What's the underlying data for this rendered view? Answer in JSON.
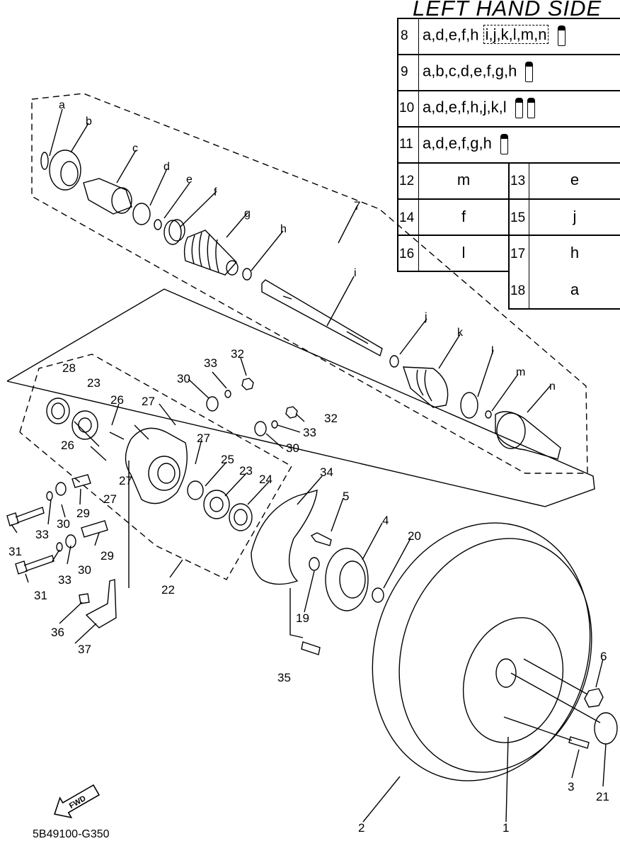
{
  "title": "LEFT HAND SIDE",
  "code": "5B49100-G350",
  "fwd_label": "FWD",
  "table": {
    "rows_wide": [
      {
        "num": "8",
        "pre": "a,d,e,f,h",
        "boxed": "i,j,k,l,m,n",
        "tubes": 1
      },
      {
        "num": "9",
        "pre": "a,b,c,d,e,f,g,h",
        "boxed": "",
        "tubes": 1
      },
      {
        "num": "10",
        "pre": "a,d,e,f,h,j,k,l",
        "boxed": "",
        "tubes": 2
      },
      {
        "num": "11",
        "pre": "a,d,e,f,g,h",
        "boxed": "",
        "tubes": 1
      }
    ],
    "rows_pair": [
      {
        "n1": "12",
        "v1": "m",
        "n2": "13",
        "v2": "e"
      },
      {
        "n1": "14",
        "v1": "f",
        "n2": "15",
        "v2": "j"
      },
      {
        "n1": "16",
        "v1": "l",
        "n2": "17",
        "v2": "h"
      }
    ],
    "row_last": {
      "num": "18",
      "val": "a"
    }
  },
  "letters": [
    "a",
    "b",
    "c",
    "d",
    "e",
    "f",
    "g",
    "h",
    "i",
    "j",
    "k",
    "l",
    "m",
    "n"
  ],
  "part_numbers": [
    "1",
    "2",
    "3",
    "4",
    "5",
    "6",
    "7",
    "19",
    "20",
    "21",
    "22",
    "23",
    "24",
    "25",
    "26",
    "27",
    "28",
    "29",
    "30",
    "31",
    "32",
    "33",
    "34",
    "35",
    "36",
    "37"
  ]
}
